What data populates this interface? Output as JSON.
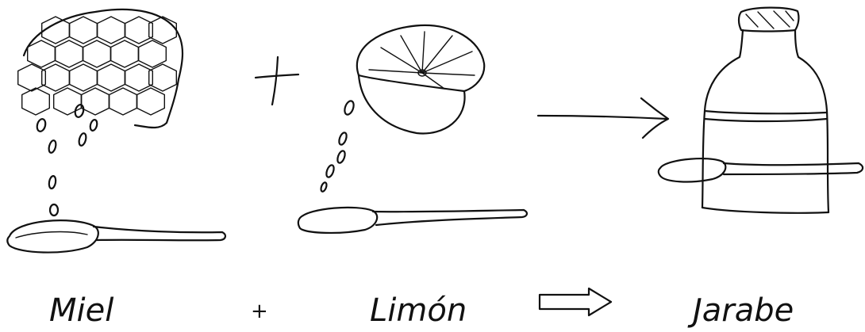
{
  "labels": {
    "honey": "Miel",
    "plus": "+",
    "lemon": "Limón",
    "syrup": "Jarabe"
  },
  "ink_color": "#111111",
  "icons": [
    "honeycomb-icon",
    "lemon-half-icon",
    "spoon-icon",
    "bottle-icon",
    "arrow-icon",
    "outline-arrow-icon",
    "plus-icon",
    "drop-icon"
  ]
}
